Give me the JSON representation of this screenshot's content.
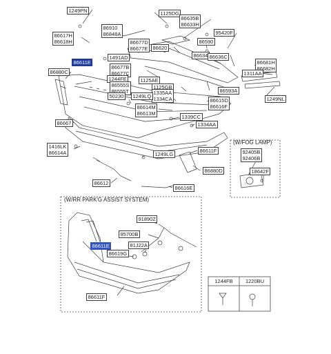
{
  "diagram": {
    "labels": {
      "p1249PN": "1249PN",
      "p1125DG": "1125DG",
      "p86635B": "86635B\n86633H",
      "p86910": "86910\n86848A",
      "p86617H": "86617H\n86618H",
      "p95420F": "95420F",
      "p86677D": "86677D\n86677E",
      "p86620": "86620",
      "p86590": "86590",
      "p86634": "86634",
      "p86636C": "86636C",
      "p1491AD": "1491AD",
      "p86611E_top": "86611E",
      "p86880C": "86880C",
      "p86677B": "86677B\n86677C",
      "p86681H": "86681H\n86682H",
      "p1311AA": "1311AA",
      "p1244FE": "1244FE",
      "p1125AE": "1125AE",
      "p86555S": "86555S\n86555T",
      "p1125GB": "1125GB",
      "p1335AA": "1335AA\n1334CA",
      "p86593A": "86593A",
      "p50230": "50230",
      "p1249LQ": "1249LQ",
      "p1249NL": "1249NL",
      "p86615D": "86615D\n86616F",
      "p86614M": "86614M\n86613M",
      "p1339CC": "1339CC",
      "p86667": "86667",
      "p1334AA": "1334AA",
      "p1416LK": "1416LK\n86614A",
      "p1249LG": "1249LG",
      "p86611F_mid": "86611F",
      "p86880D": "86880D",
      "p86612": "86612",
      "p86616E": "86616E",
      "p92405B": "92405B\n92406B",
      "p18642F": "18642F",
      "p91890Z": "91890Z",
      "p95700B": "95700B",
      "p81J22A": "81J22A",
      "p86611E_bot": "86611E",
      "p86619G": "86619G",
      "p86611F_bot": "86611F"
    },
    "captions": {
      "fog_lamp": "(W/FOG LAMP)",
      "park_assist": "(W/RR PARK'G ASSIST SYSTEM)"
    },
    "table": {
      "col1": "1244FB",
      "col2": "1220BU"
    },
    "colors": {
      "line": "#3a3a3a",
      "highlight": "#1f3a9e",
      "label_blue": "#3153c4"
    }
  }
}
